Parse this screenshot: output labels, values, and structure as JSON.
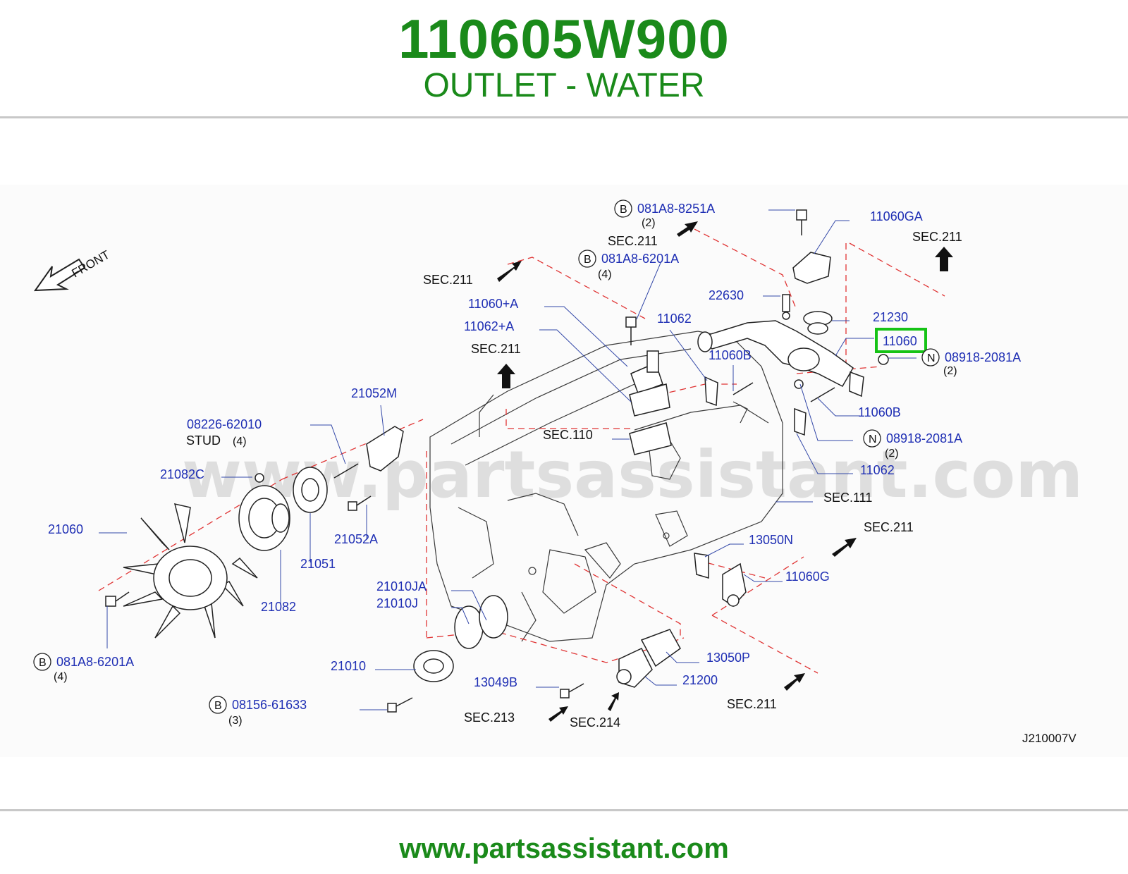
{
  "header": {
    "part_number": "110605W900",
    "part_name": "OUTLET - WATER"
  },
  "footer": {
    "url": "www.partsassistant.com"
  },
  "watermark": "www.partsassistant.com",
  "diagram_code": "J210007V",
  "front_label": "FRONT",
  "highlight_color": "#16c316",
  "labels": [
    {
      "id": "l1",
      "text": "081A8-8251A",
      "kind": "part",
      "badge": "B",
      "qty": "(2)"
    },
    {
      "id": "l2",
      "text": "11060GA",
      "kind": "part"
    },
    {
      "id": "l3",
      "text": "SEC.211",
      "kind": "sec"
    },
    {
      "id": "l4",
      "text": "SEC.211",
      "kind": "sec"
    },
    {
      "id": "l5",
      "text": "081A8-6201A",
      "kind": "part",
      "badge": "B",
      "qty": "(4)"
    },
    {
      "id": "l6",
      "text": "SEC.211",
      "kind": "sec"
    },
    {
      "id": "l7",
      "text": "22630",
      "kind": "part"
    },
    {
      "id": "l8",
      "text": "11060+A",
      "kind": "part"
    },
    {
      "id": "l9",
      "text": "11062",
      "kind": "part"
    },
    {
      "id": "l10",
      "text": "21230",
      "kind": "part"
    },
    {
      "id": "l11",
      "text": "11060",
      "kind": "part",
      "highlighted": true
    },
    {
      "id": "l12",
      "text": "11062+A",
      "kind": "part"
    },
    {
      "id": "l13",
      "text": "08918-2081A",
      "kind": "part",
      "badge": "N",
      "qty": "(2)"
    },
    {
      "id": "l14",
      "text": "SEC.211",
      "kind": "sec"
    },
    {
      "id": "l15",
      "text": "11060B",
      "kind": "part"
    },
    {
      "id": "l16",
      "text": "21052M",
      "kind": "part"
    },
    {
      "id": "l17",
      "text": "11060B",
      "kind": "part"
    },
    {
      "id": "l18",
      "text": "08226-62010",
      "kind": "part"
    },
    {
      "id": "l19",
      "text": "STUD",
      "kind": "sec",
      "qty": "(4)"
    },
    {
      "id": "l20",
      "text": "SEC.110",
      "kind": "sec"
    },
    {
      "id": "l21",
      "text": "08918-2081A",
      "kind": "part",
      "badge": "N",
      "qty": "(2)"
    },
    {
      "id": "l22",
      "text": "21082C",
      "kind": "part"
    },
    {
      "id": "l23",
      "text": "11062",
      "kind": "part"
    },
    {
      "id": "l24",
      "text": "SEC.111",
      "kind": "sec"
    },
    {
      "id": "l25",
      "text": "21060",
      "kind": "part"
    },
    {
      "id": "l26",
      "text": "21052A",
      "kind": "part"
    },
    {
      "id": "l27",
      "text": "SEC.211",
      "kind": "sec"
    },
    {
      "id": "l28",
      "text": "13050N",
      "kind": "part"
    },
    {
      "id": "l29",
      "text": "21051",
      "kind": "part"
    },
    {
      "id": "l30",
      "text": "11060G",
      "kind": "part"
    },
    {
      "id": "l31",
      "text": "21010JA",
      "kind": "part"
    },
    {
      "id": "l32",
      "text": "21010J",
      "kind": "part"
    },
    {
      "id": "l33",
      "text": "21082",
      "kind": "part"
    },
    {
      "id": "l34",
      "text": "081A8-6201A",
      "kind": "part",
      "badge": "B",
      "qty": "(4)"
    },
    {
      "id": "l35",
      "text": "13050P",
      "kind": "part"
    },
    {
      "id": "l36",
      "text": "21010",
      "kind": "part"
    },
    {
      "id": "l37",
      "text": "21200",
      "kind": "part"
    },
    {
      "id": "l38",
      "text": "13049B",
      "kind": "part"
    },
    {
      "id": "l39",
      "text": "08156-61633",
      "kind": "part",
      "badge": "B",
      "qty": "(3)"
    },
    {
      "id": "l40",
      "text": "SEC.211",
      "kind": "sec"
    },
    {
      "id": "l41",
      "text": "SEC.213",
      "kind": "sec"
    },
    {
      "id": "l42",
      "text": "SEC.214",
      "kind": "sec"
    }
  ]
}
